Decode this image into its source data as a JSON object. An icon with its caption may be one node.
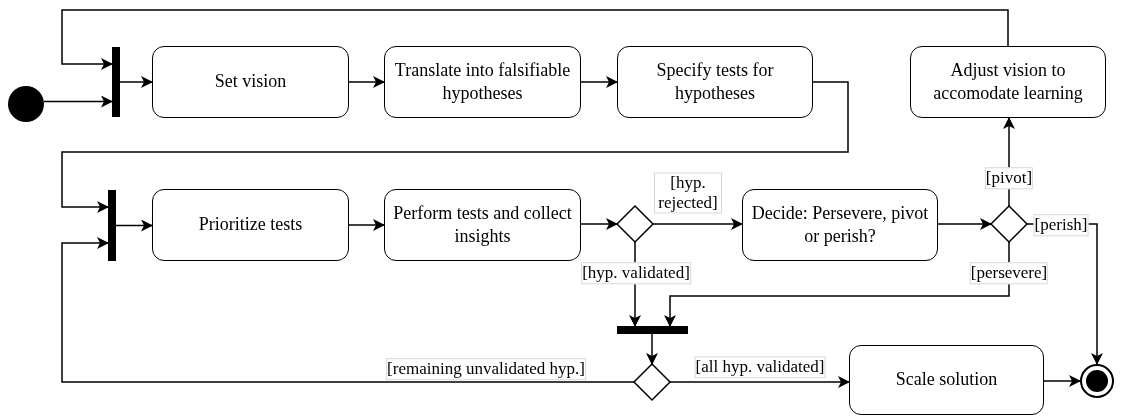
{
  "diagram": {
    "nodes": [
      {
        "text": [],
        "shape": "circle"
      },
      {
        "text": [],
        "shape": "bar"
      },
      {
        "text": [
          "Set vision"
        ]
      },
      {
        "text": [
          "Translate into falsifiable hypotheses"
        ]
      },
      {
        "text": [
          "Specify tests for hypotheses"
        ]
      },
      {
        "text": [
          "Adjust vision to accomodate learning"
        ]
      },
      {
        "text": [],
        "shape": "bar"
      },
      {
        "text": [
          "Prioritize tests"
        ]
      },
      {
        "text": [
          "Perform tests and collect insights"
        ]
      },
      {
        "text": [],
        "shape": "diamond"
      },
      {
        "text": [
          "Decide: Persevere, pivot or perish?"
        ]
      },
      {
        "text": [],
        "shape": "diamond"
      },
      {
        "text": [],
        "shape": "bar"
      },
      {
        "text": [],
        "shape": "diamond"
      },
      {
        "text": [
          "Scale solution"
        ]
      },
      {
        "text": [],
        "shape": "circle"
      }
    ],
    "edges": [
      {
        "from": 0,
        "to": 1,
        "arrow": "to"
      },
      {
        "from": 5,
        "to": 1,
        "arrow": "to"
      },
      {
        "from": 1,
        "to": 2,
        "arrow": "to"
      },
      {
        "from": 2,
        "to": 3,
        "arrow": "to"
      },
      {
        "from": 3,
        "to": 4,
        "arrow": "to"
      },
      {
        "from": 4,
        "to": 6,
        "arrow": "to"
      },
      {
        "from": 13,
        "to": 6,
        "arrow": "to",
        "label": "[remaining unvalidated hyp.]"
      },
      {
        "from": 6,
        "to": 7,
        "arrow": "to"
      },
      {
        "from": 7,
        "to": 8,
        "arrow": "to"
      },
      {
        "from": 8,
        "to": 9,
        "arrow": "to"
      },
      {
        "from": 9,
        "to": 10,
        "arrow": "to",
        "label": "[hyp. rejected]"
      },
      {
        "from": 9,
        "to": 12,
        "arrow": "to",
        "label": "[hyp. validated]"
      },
      {
        "from": 10,
        "to": 11,
        "arrow": "to"
      },
      {
        "from": 11,
        "to": 5,
        "arrow": "to",
        "label": "[pivot]"
      },
      {
        "from": 11,
        "to": 15,
        "arrow": "to",
        "label": "[perish]"
      },
      {
        "from": 11,
        "to": 12,
        "arrow": "to",
        "label": "[persevere]"
      },
      {
        "from": 12,
        "to": 13,
        "arrow": "to"
      },
      {
        "from": 13,
        "to": 14,
        "arrow": "to",
        "label": "[all hyp. validated]"
      },
      {
        "from": 14,
        "to": 15,
        "arrow": "to"
      }
    ]
  }
}
